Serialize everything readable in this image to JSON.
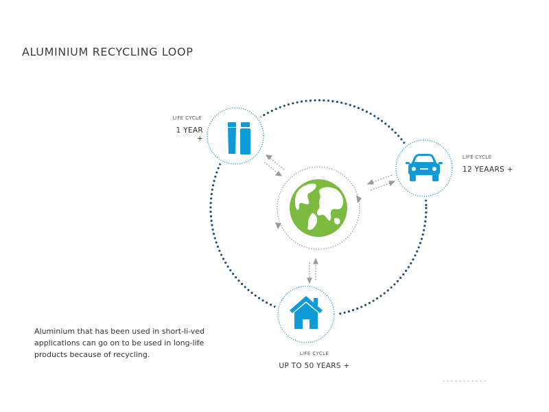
{
  "title": "ALUMINIUM RECYCLING LOOP",
  "stages": {
    "short_life": {
      "label": "LIFE CYCLE",
      "value": "1 YEAR +",
      "icon": "beverage-cans-icon"
    },
    "automotive": {
      "label": "LIFE CYCLE",
      "value": "12 YEAARS +",
      "icon": "car-icon"
    },
    "buildings": {
      "label": "LIFE CYCLE",
      "value": "UP TO 50 YEARS +",
      "icon": "house-icon"
    }
  },
  "center": {
    "icon": "globe-icon"
  },
  "description": "Aluminium that has been used in short-li-ved applications can go on to be used in long-life products because of recycling.",
  "colors": {
    "accent_blue": "#0f9ad8",
    "loop_navy": "#1f4f7a",
    "globe_green": "#7cbb3f",
    "arrow_gray": "#9a9a9a",
    "rule_blue": "#1a96cf"
  }
}
